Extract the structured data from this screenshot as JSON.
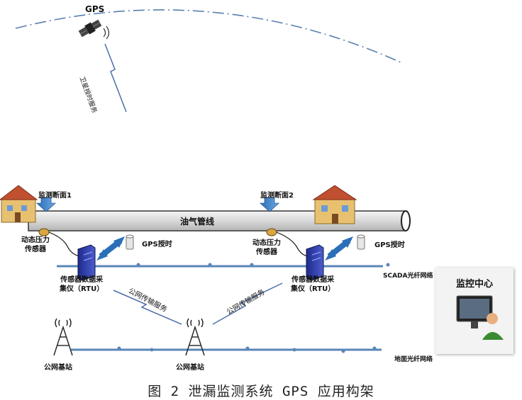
{
  "satellite": {
    "label": "GPS",
    "link_label": "卫星授时服务"
  },
  "pipeline": {
    "label": "油气管线"
  },
  "section1": {
    "label": "监测断面1"
  },
  "section2": {
    "label": "监测断面2"
  },
  "sensor_left": {
    "label": "动态压力\n传感器"
  },
  "sensor_right": {
    "label": "动态压力\n传感器"
  },
  "rtu_left": {
    "label": "传感器数据采\n集仪（RTU）"
  },
  "rtu_right": {
    "label": "传感器数据采\n集仪（RTU）"
  },
  "gps_time_left": "GPS授时",
  "gps_time_right": "GPS授时",
  "scada_network": "SCADA光纤网络",
  "ground_network": "地面光纤网络",
  "public_service_left": "公网传输服务",
  "public_service_right": "公网传输服务",
  "base_station_left": "公网基站",
  "base_station_right": "公网基站",
  "monitor_center": "监控中心",
  "caption": "图 2   泄漏监测系统 GPS 应用构架"
}
